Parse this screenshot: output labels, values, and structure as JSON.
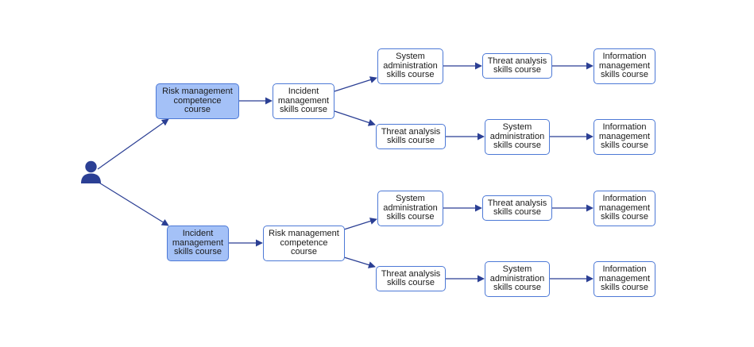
{
  "colors": {
    "line": "#2b3f94",
    "border": "#4d79d6",
    "highlight_fill": "#a4c1f7"
  },
  "icons": {
    "start": "person-icon"
  },
  "nodes": {
    "a1": "Risk management\ncompetence\ncourse",
    "a2": "Incident\nmanagement\nskills course",
    "a3_top": "System\nadministration\nskills course",
    "a4_top": "Threat analysis\nskills course",
    "a5_top": "Information\nmanagement\nskills course",
    "a3_bottom": "Threat analysis\nskills course",
    "a4_bottom": "System\nadministration\nskills course",
    "a5_bottom": "Information\nmanagement\nskills course",
    "b1": "Incident\nmanagement\nskills course",
    "b2": "Risk management\ncompetence\ncourse",
    "b3_top": "System\nadministration\nskills course",
    "b4_top": "Threat analysis\nskills course",
    "b5_top": "Information\nmanagement\nskills course",
    "b3_bottom": "Threat analysis\nskills course",
    "b4_bottom": "System\nadministration\nskills course",
    "b5_bottom": "Information\nmanagement\nskills course"
  }
}
